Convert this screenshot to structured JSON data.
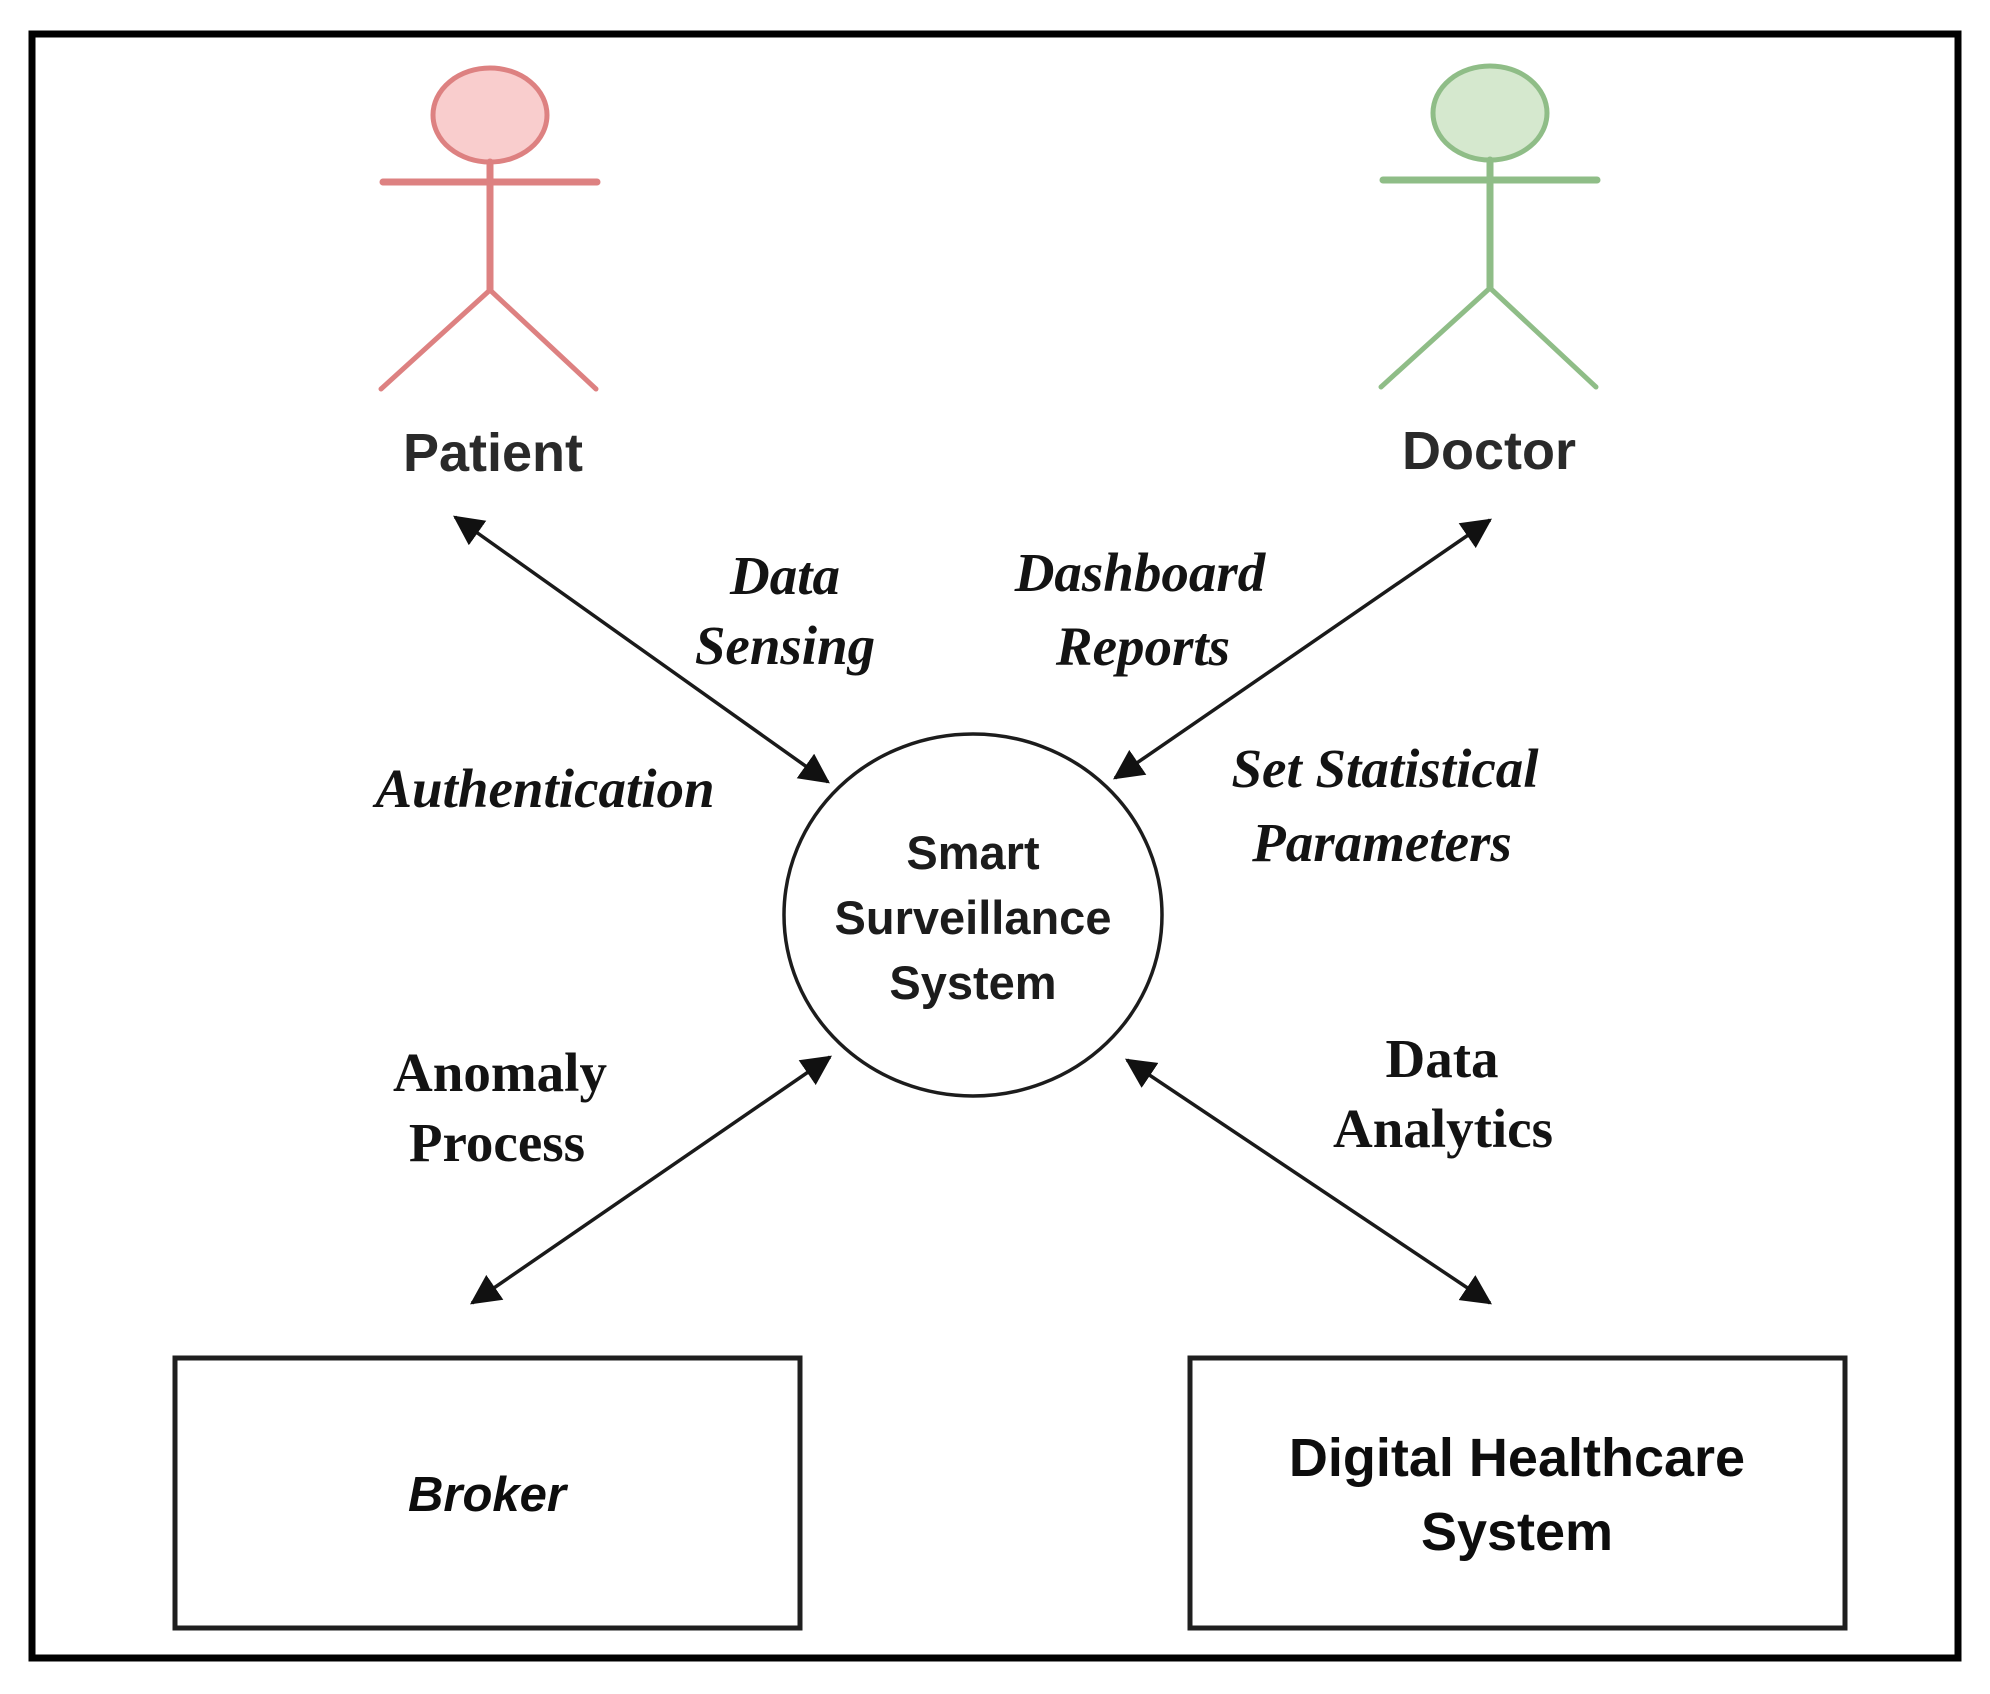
{
  "figure": {
    "type": "use-case-diagram",
    "center_node": {
      "line1": "Smart",
      "line2": "Surveillance",
      "line3": "System"
    },
    "actors": [
      {
        "name": "Patient",
        "fill": "#f9cdcd",
        "stroke": "#dd8181"
      },
      {
        "name": "Doctor",
        "fill": "#d5e8ce",
        "stroke": "#8fbd87"
      }
    ],
    "edge_labels": {
      "data_sensing": {
        "line1": "Data",
        "line2": "Sensing"
      },
      "dashboard_reports": {
        "line1": "Dashboard",
        "line2": "Reports"
      },
      "authentication": {
        "line1": "Authentication"
      },
      "set_statistical_parameters": {
        "line1": "Set Statistical",
        "line2": "Parameters"
      },
      "anomaly_process": {
        "line1": "Anomaly",
        "line2": "Process"
      },
      "data_analytics": {
        "line1": "Data",
        "line2": "Analytics"
      }
    },
    "system_nodes": {
      "broker": {
        "line1": "Broker"
      },
      "digital_healthcare_system": {
        "line1": "Digital Healthcare",
        "line2": "System"
      }
    },
    "colors": {
      "arrow": "#1a1a1a",
      "outer_border": "#000000",
      "background": "#ffffff"
    }
  }
}
